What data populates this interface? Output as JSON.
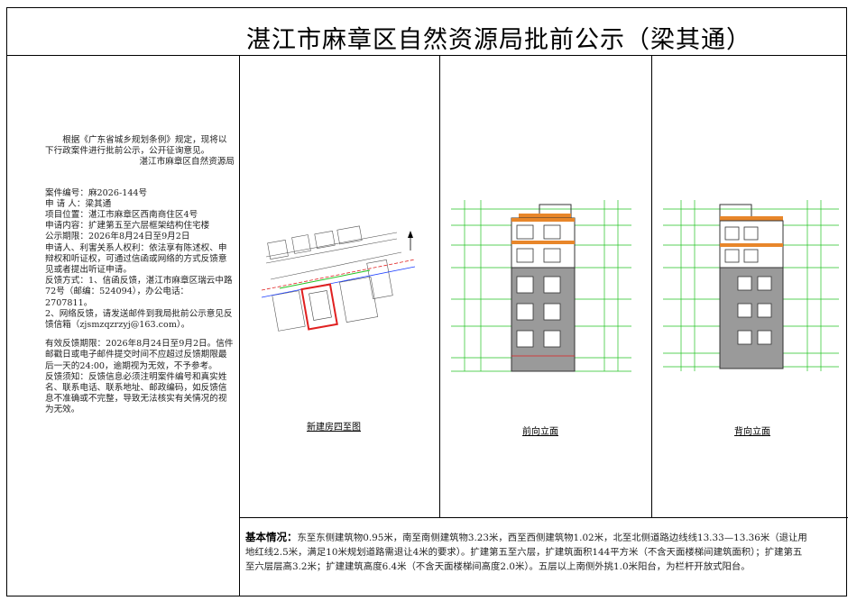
{
  "title": "湛江市麻章区自然资源局批前公示（梁其通）",
  "notice": {
    "intro": "根据《广东省城乡规划条例》规定，现将以下行政案件进行批前公示，公开征询意见。",
    "issuer": "湛江市麻章区自然资源局",
    "case_no": "案件编号：麻2026-144号",
    "applicant": "申 请 人：梁其通",
    "location": "项目位置：湛江市麻章区西南商住区4号",
    "content": "申请内容：扩建第五至六层框架结构住宅楼",
    "period": "公示期限：2026年8月24日至9月2日",
    "rights": "申请人、利害关系人权利：依法享有陈述权、申辩权和听证权，可通过信函或网络的方式反馈意见或者提出听证申请。",
    "feedback1": "反馈方式：1、信函反馈，湛江市麻章区瑞云中路72号（邮编：524094），办公电话：2707811。",
    "feedback2": "2、网络反馈，请发送邮件到我局批前公示意见反馈信箱（zjsmzqzrzyj@163.com）。",
    "valid_period": "有效反馈期限：2026年8月24日至9月2日。信件邮戳日或电子邮件提交时间不应超过反馈期限最后一天的24:00，逾期视为无效，不予参考。",
    "notes": "反馈须知：反馈信息必须注明案件编号和真实姓名、联系电话、联系地址、邮政编码，如反馈信息不准确或不完整，导致无法核实有关情况的视为无效。"
  },
  "panels": {
    "site_plan_caption": "新建房四至图",
    "front_caption": "前向立面",
    "back_caption": "背向立面"
  },
  "basic": {
    "label": "基本情况：",
    "text": "东至东侧建筑物0.95米，南至南侧建筑物3.23米，西至西侧建筑物1.02米，北至北侧道路边线线13.33—13.36米（退让用地红线2.5米，满足10米规划道路需退让4米的要求）。扩建第五至六层，扩建筑面积144平方米（不含天面楼梯间建筑面积）；扩建第五至六层层高3.2米；扩建建筑高度6.4米（不含天面楼梯间高度2.0米）。五层以上南侧外挑1.0米阳台，为栏杆开放式阳台。"
  },
  "colors": {
    "green": "#22c322",
    "red": "#e02020",
    "blue": "#1a3dff",
    "orange": "#e8862a",
    "gray": "#9a9a9a"
  }
}
